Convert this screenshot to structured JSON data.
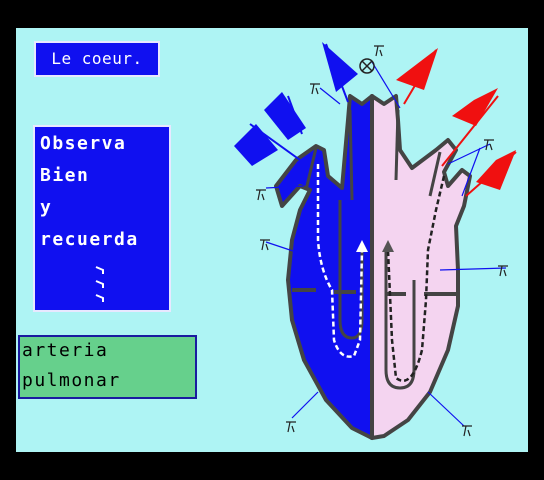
{
  "title": "Le coeur.",
  "instructions": [
    "Observa",
    "Bien",
    "y",
    "recuerda"
  ],
  "answer": [
    "arteria",
    "pulmonar"
  ],
  "colors": {
    "background": "#aef4f4",
    "right_heart": "#1010f0",
    "left_heart": "#f4d4f0",
    "arrow_blue": "#1010f0",
    "arrow_red": "#f01010",
    "answer_box": "#66d08c"
  },
  "icons": [
    "blood-flow-arrow-icon",
    "pointer-marker-icon",
    "selection-marker-icon"
  ]
}
